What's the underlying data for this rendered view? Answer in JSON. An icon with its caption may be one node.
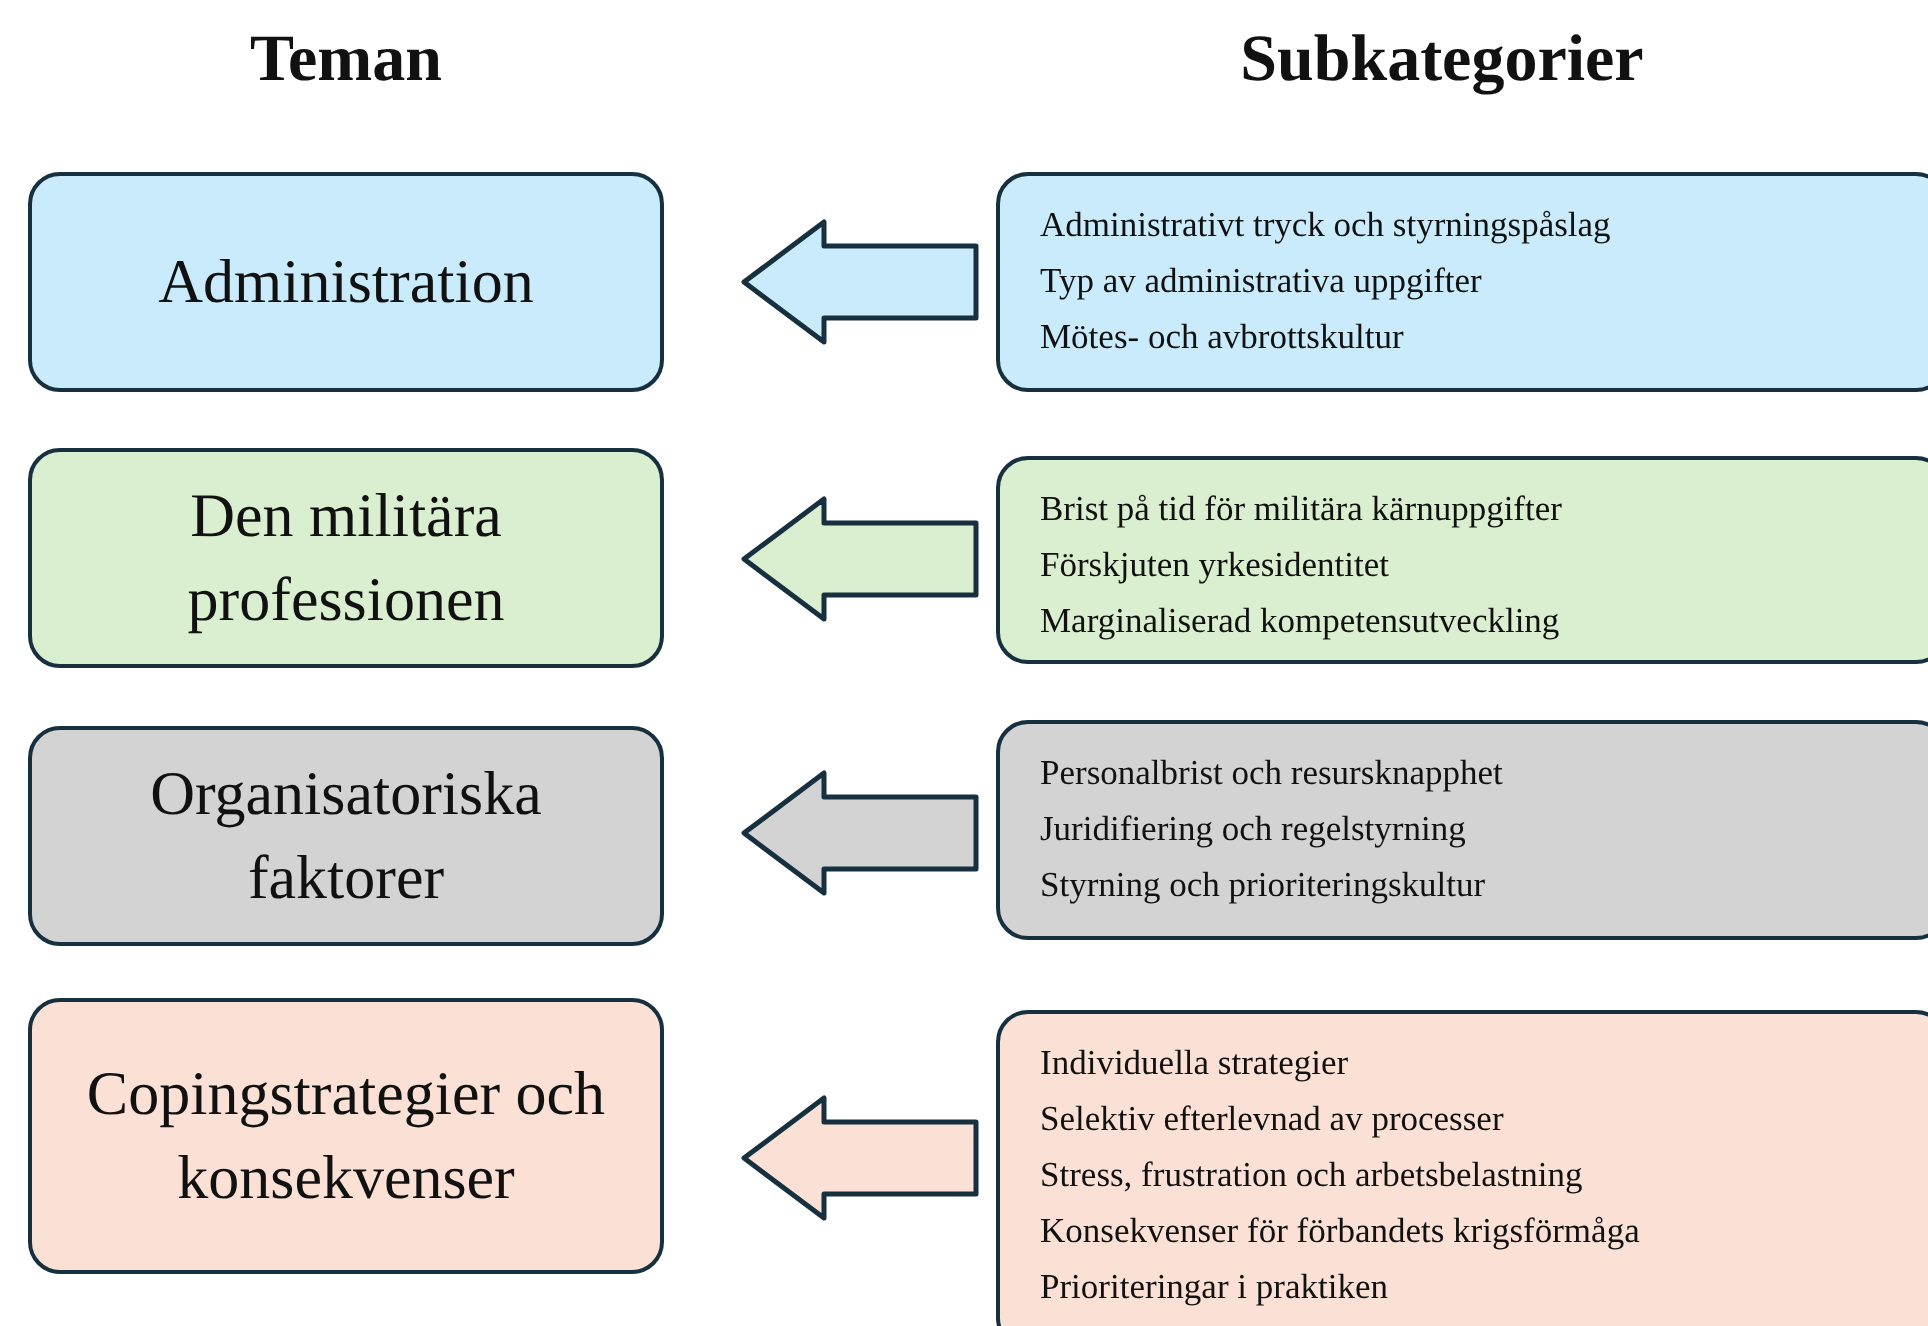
{
  "diagram": {
    "nodes": [
      {
        "text": [
          "Administration"
        ]
      },
      {
        "text": [
          "Administrativt tryck och styrningspåslag",
          "Typ av administrativa uppgifter",
          "Mötes- och avbrottskultur"
        ]
      },
      {
        "text": [
          "Den militära professionen"
        ]
      },
      {
        "text": [
          "Brist på tid för militära kärnuppgifter",
          "Förskjuten yrkesidentitet",
          "Marginaliserad kompetensutveckling"
        ]
      },
      {
        "text": [
          "Organisatoriska faktorer"
        ]
      },
      {
        "text": [
          "Personalbrist och resursknapphet",
          "Juridifiering och regelstyrning",
          "Styrning och prioriteringskultur"
        ]
      },
      {
        "text": [
          "Copingstrategier och konsekvenser"
        ]
      },
      {
        "text": [
          "Individuella strategier",
          "Selektiv efterlevnad av processer",
          "Stress, frustration och arbetsbelastning",
          "Konsekvenser för förbandets krigsförmåga",
          "Prioriteringar i praktiken"
        ]
      }
    ],
    "edges": [
      {
        "from": 1,
        "to": 0,
        "arrow": "to"
      },
      {
        "from": 3,
        "to": 2,
        "arrow": "to"
      },
      {
        "from": 5,
        "to": 4,
        "arrow": "to"
      },
      {
        "from": 7,
        "to": 6,
        "arrow": "to"
      }
    ],
    "labels": [
      "Teman",
      "Subkategorier"
    ]
  }
}
